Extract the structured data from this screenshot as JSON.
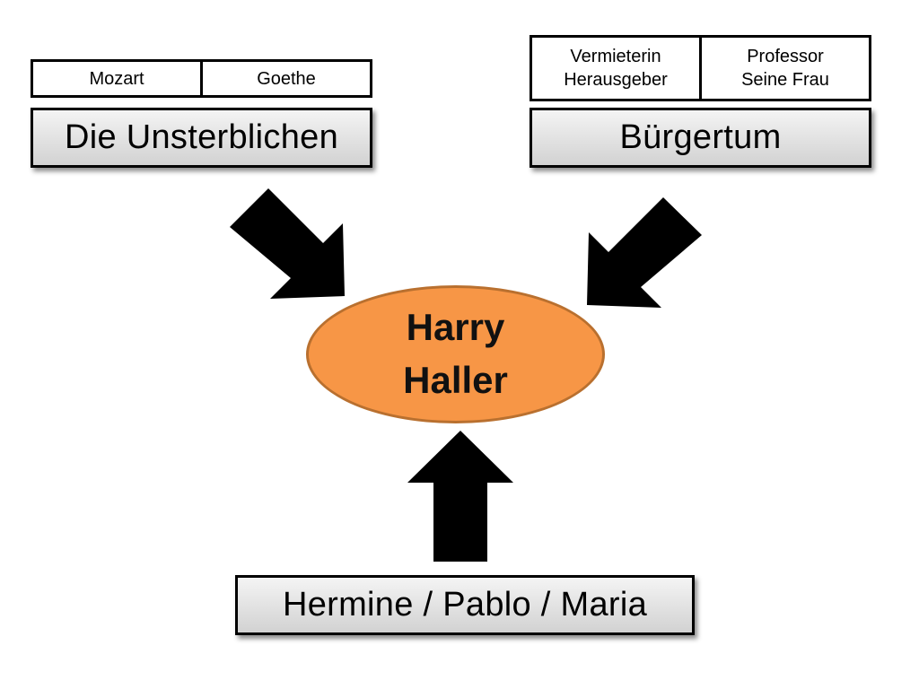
{
  "left_group": {
    "cells": [
      "Mozart",
      "Goethe"
    ],
    "title": "Die Unsterblichen"
  },
  "right_group": {
    "cells": [
      "Vermieterin\nHerausgeber",
      "Professor\nSeine Frau"
    ],
    "title": "Bürgertum"
  },
  "center": {
    "label": "Harry\nHaller"
  },
  "bottom_group": {
    "title": "Hermine / Pablo / Maria"
  },
  "colors": {
    "ellipse_fill": "#f79646",
    "ellipse_border": "#b9702f",
    "arrow": "#000000"
  }
}
